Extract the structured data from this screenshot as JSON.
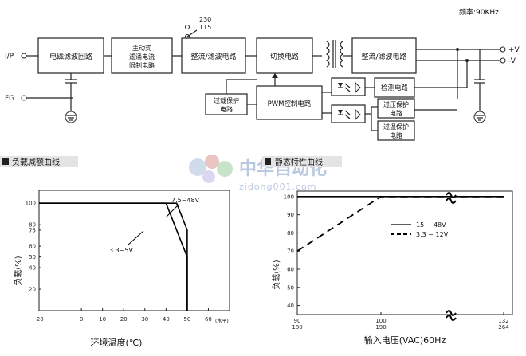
{
  "header": {
    "freq_text": "频率:90KHz"
  },
  "block_diagram": {
    "inputs": {
      "ip": "I/P",
      "fg": "FG"
    },
    "outputs": {
      "pos": "+V",
      "neg": "-V"
    },
    "switch_labels": {
      "v230": "230",
      "v115": "115"
    },
    "blocks": {
      "emi": "电磁滤波回路",
      "pfc_line1": "主动式",
      "pfc_line2": "滤涌电流",
      "pfc_line3": "限制电路",
      "rect1": "整流/滤波电路",
      "switch": "切换电路",
      "rect2": "整流/滤波电路",
      "ocp_line1": "过载保护",
      "ocp_line2": "电路",
      "pwm": "PWM控制电路",
      "detect": "检测电路",
      "ovp_line1": "过压保护",
      "ovp_line2": "电路",
      "otp_line1": "过温保护",
      "otp_line2": "电路"
    }
  },
  "sections": {
    "left_title": "负载减额曲线",
    "right_title": "静态特性曲线"
  },
  "watermark": {
    "cn": "中华自动化",
    "url": "zidong001.com"
  },
  "chart_data": [
    {
      "type": "line",
      "xlabel": "环境温度(℃)",
      "ylabel": "负载(%)",
      "x_axis_note": "(水平)",
      "xlim": [
        -20,
        70
      ],
      "ylim": [
        0,
        100
      ],
      "x_ticks": [
        "-20",
        "0",
        "10",
        "20",
        "30",
        "40",
        "50",
        "60"
      ],
      "y_ticks": [
        "100",
        "80",
        "75",
        "60",
        "50",
        "40",
        "20"
      ],
      "series": [
        {
          "name": "7.5~48V",
          "x": [
            -20,
            45,
            50,
            50
          ],
          "y": [
            100,
            100,
            75,
            0
          ]
        },
        {
          "name": "3.3~5V",
          "x": [
            -20,
            40,
            50,
            50
          ],
          "y": [
            100,
            100,
            50,
            0
          ]
        }
      ]
    },
    {
      "type": "line",
      "xlabel": "输入电压(VAC)60Hz",
      "ylabel": "负载(%)",
      "x_ticks_top": [
        "90",
        "100",
        "132"
      ],
      "x_ticks_bottom": [
        "180",
        "190",
        "264"
      ],
      "y_ticks": [
        "100",
        "90",
        "80",
        "70",
        "60",
        "50",
        "40"
      ],
      "ylim": [
        40,
        100
      ],
      "series": [
        {
          "name": "15 ~ 48V",
          "x": [
            90,
            100,
            132
          ],
          "y": [
            100,
            100,
            100
          ]
        },
        {
          "name": "3.3 ~ 12V",
          "x": [
            90,
            100,
            132
          ],
          "y": [
            70,
            100,
            100
          ]
        }
      ]
    }
  ]
}
